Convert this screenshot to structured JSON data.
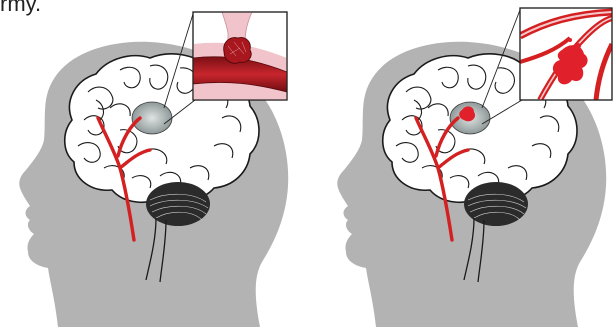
{
  "caption_fragment": "rmy.",
  "colors": {
    "head_silhouette": "#b3b3b3",
    "brain_fill": "#ffffff",
    "brain_outline": "#1a1a1a",
    "artery": "#d42020",
    "vessel_wall": "#e9b8bf",
    "clot": "#b8202a",
    "blood_leak": "#e0202a",
    "cerebellum": "#2a2a2a",
    "inset_border": "#222222"
  },
  "panels": [
    {
      "name": "ischemic-stroke-panel",
      "inset_detail": "clot-in-vessel"
    },
    {
      "name": "hemorrhagic-stroke-panel",
      "inset_detail": "ruptured-vessel-bleed"
    }
  ]
}
